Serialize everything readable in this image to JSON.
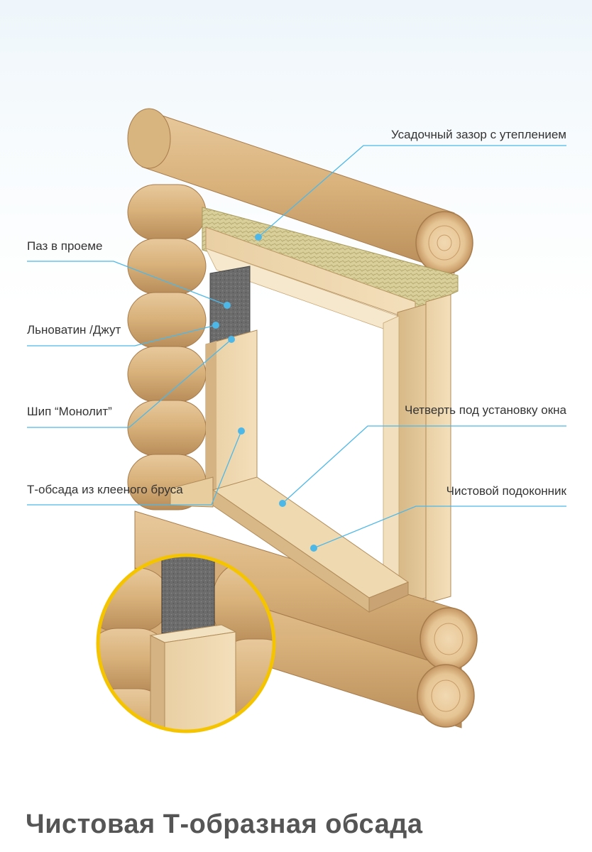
{
  "title": "Чистовая Т-образная обсада",
  "labels": {
    "shrink_gap": "Усадочный зазор с утеплением",
    "groove": "Паз в проеме",
    "jute": "Льноватин /Джут",
    "tenon": "Шип “Монолит”",
    "t_casing": "Т-обсада из клееного бруса",
    "quarter": "Четверть под установку окна",
    "sill": "Чистовой подоконник"
  },
  "colors": {
    "leader_line": "#4db8e8",
    "magnifier_ring": "#f5c400",
    "title": "#555555"
  }
}
